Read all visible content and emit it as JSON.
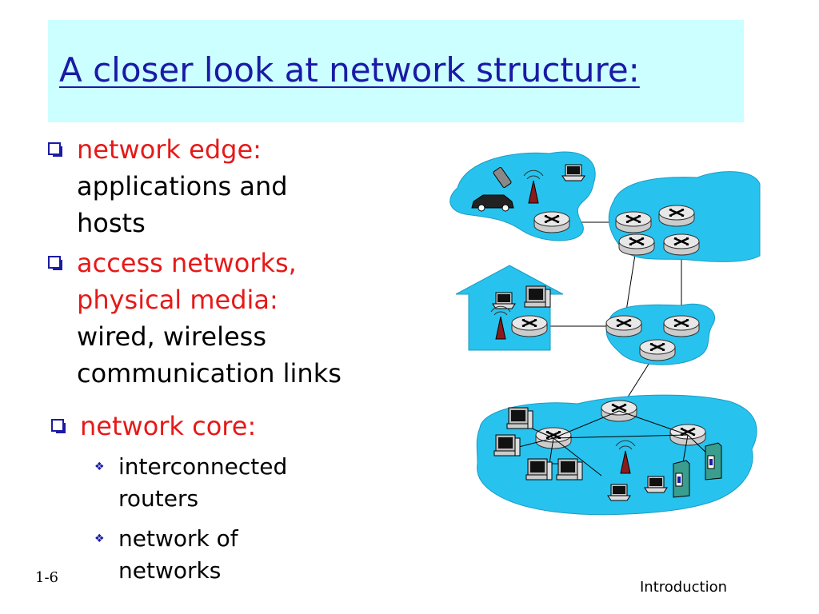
{
  "title": "A closer look at network structure:",
  "bullets": [
    {
      "heading": "network edge:",
      "lines": [
        "applications and",
        "hosts"
      ]
    },
    {
      "heading_lines": [
        "access networks,",
        "physical media:"
      ],
      "lines": [
        "wired, wireless",
        "communication links"
      ]
    },
    {
      "heading": "network core:"
    }
  ],
  "sub_bullets": [
    {
      "lines": [
        "interconnected",
        "routers"
      ]
    },
    {
      "lines": [
        "network of",
        "networks"
      ]
    }
  ],
  "slide_number": "1-6",
  "footer": "Introduction",
  "colors": {
    "title": "#1a1aa6",
    "title_bg": "#ccffff",
    "heading": "#e61919",
    "cloud": "#27c3ee"
  }
}
